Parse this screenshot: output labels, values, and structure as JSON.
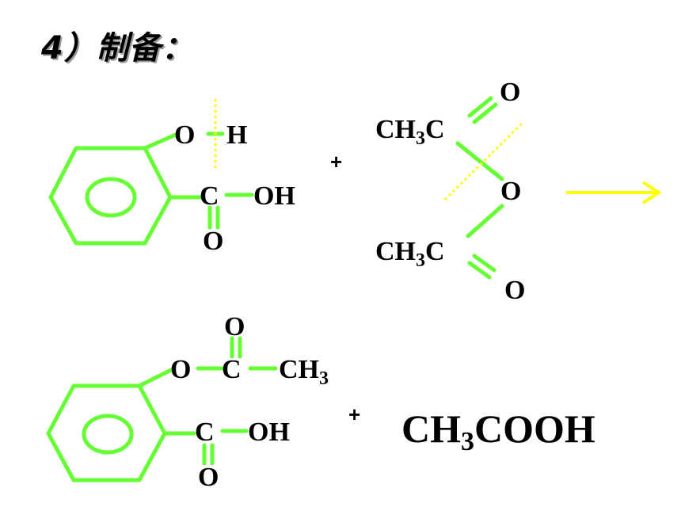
{
  "title": "4）制备：",
  "colors": {
    "bond": "#66ff33",
    "cleavage_line": "#ffff00",
    "arrow": "#ffff00",
    "text": "#000000"
  },
  "reactant1": {
    "o": "O",
    "h": "H",
    "c": "C",
    "oh": "OH",
    "co": "O"
  },
  "plus1": "+",
  "reactant2": {
    "ch3c_top_main": "CH",
    "ch3c_top_sub": "3",
    "ch3c_top_tail": "C",
    "o_top": "O",
    "o_bridge": "O",
    "ch3c_bot_main": "CH",
    "ch3c_bot_sub": "3",
    "ch3c_bot_tail": "C",
    "o_bot": "O"
  },
  "arrow_icon": "right-arrow-icon",
  "product1": {
    "o_ester": "O",
    "c_ester": "C",
    "ch3_main": "CH",
    "ch3_sub": "3",
    "o_carbonyl": "O",
    "c_acid": "C",
    "oh": "OH",
    "o_acid": "O"
  },
  "plus2": "+",
  "product2": {
    "main1": "CH",
    "sub": "3",
    "main2": "COOH"
  }
}
